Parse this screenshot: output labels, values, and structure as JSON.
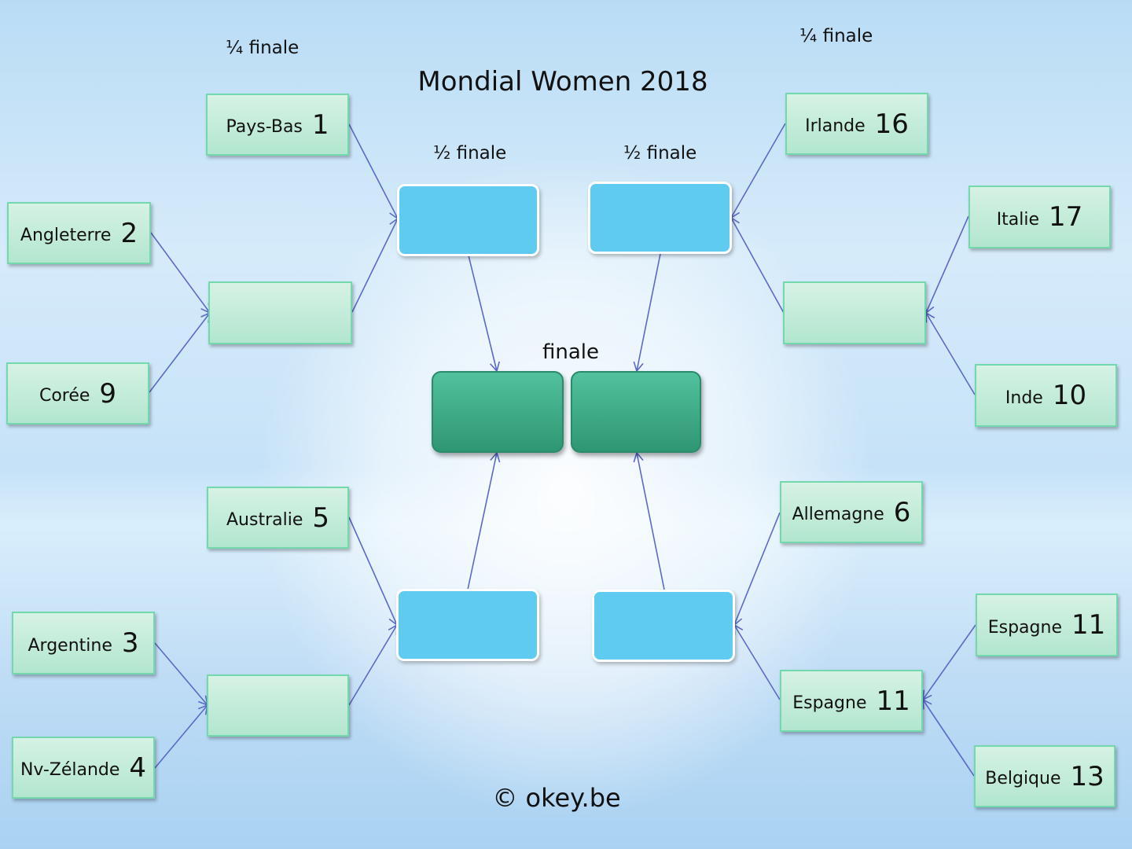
{
  "title": "Mondial Women 2018",
  "labels": {
    "quarter_left": "¼ finale",
    "quarter_right": "¼ finale",
    "semi_left": "½ finale",
    "semi_right": "½ finale",
    "final": "finale"
  },
  "credit": "© okey.be",
  "teams": {
    "pays_bas": {
      "name": "Pays-Bas",
      "num": "1"
    },
    "angleterre": {
      "name": "Angleterre",
      "num": "2"
    },
    "coree": {
      "name": "Corée",
      "num": "9"
    },
    "australie": {
      "name": "Australie",
      "num": "5"
    },
    "argentine": {
      "name": "Argentine",
      "num": "3"
    },
    "nv_zelande": {
      "name": "Nv-Zélande",
      "num": "4"
    },
    "irlande": {
      "name": "Irlande",
      "num": "16"
    },
    "italie": {
      "name": "Italie",
      "num": "17"
    },
    "inde": {
      "name": "Inde",
      "num": "10"
    },
    "allemagne": {
      "name": "Allemagne",
      "num": "6"
    },
    "espagne_r1": {
      "name": "Espagne",
      "num": "11"
    },
    "espagne_r2": {
      "name": "Espagne",
      "num": "11"
    },
    "belgique": {
      "name": "Belgique",
      "num": "13"
    }
  },
  "colors": {
    "team_box": "#c4ecd9",
    "team_border": "#73d9ac",
    "semi_box": "#5fcbf1",
    "final_box": "#3fae88",
    "arrow": "#5a6ac8"
  }
}
